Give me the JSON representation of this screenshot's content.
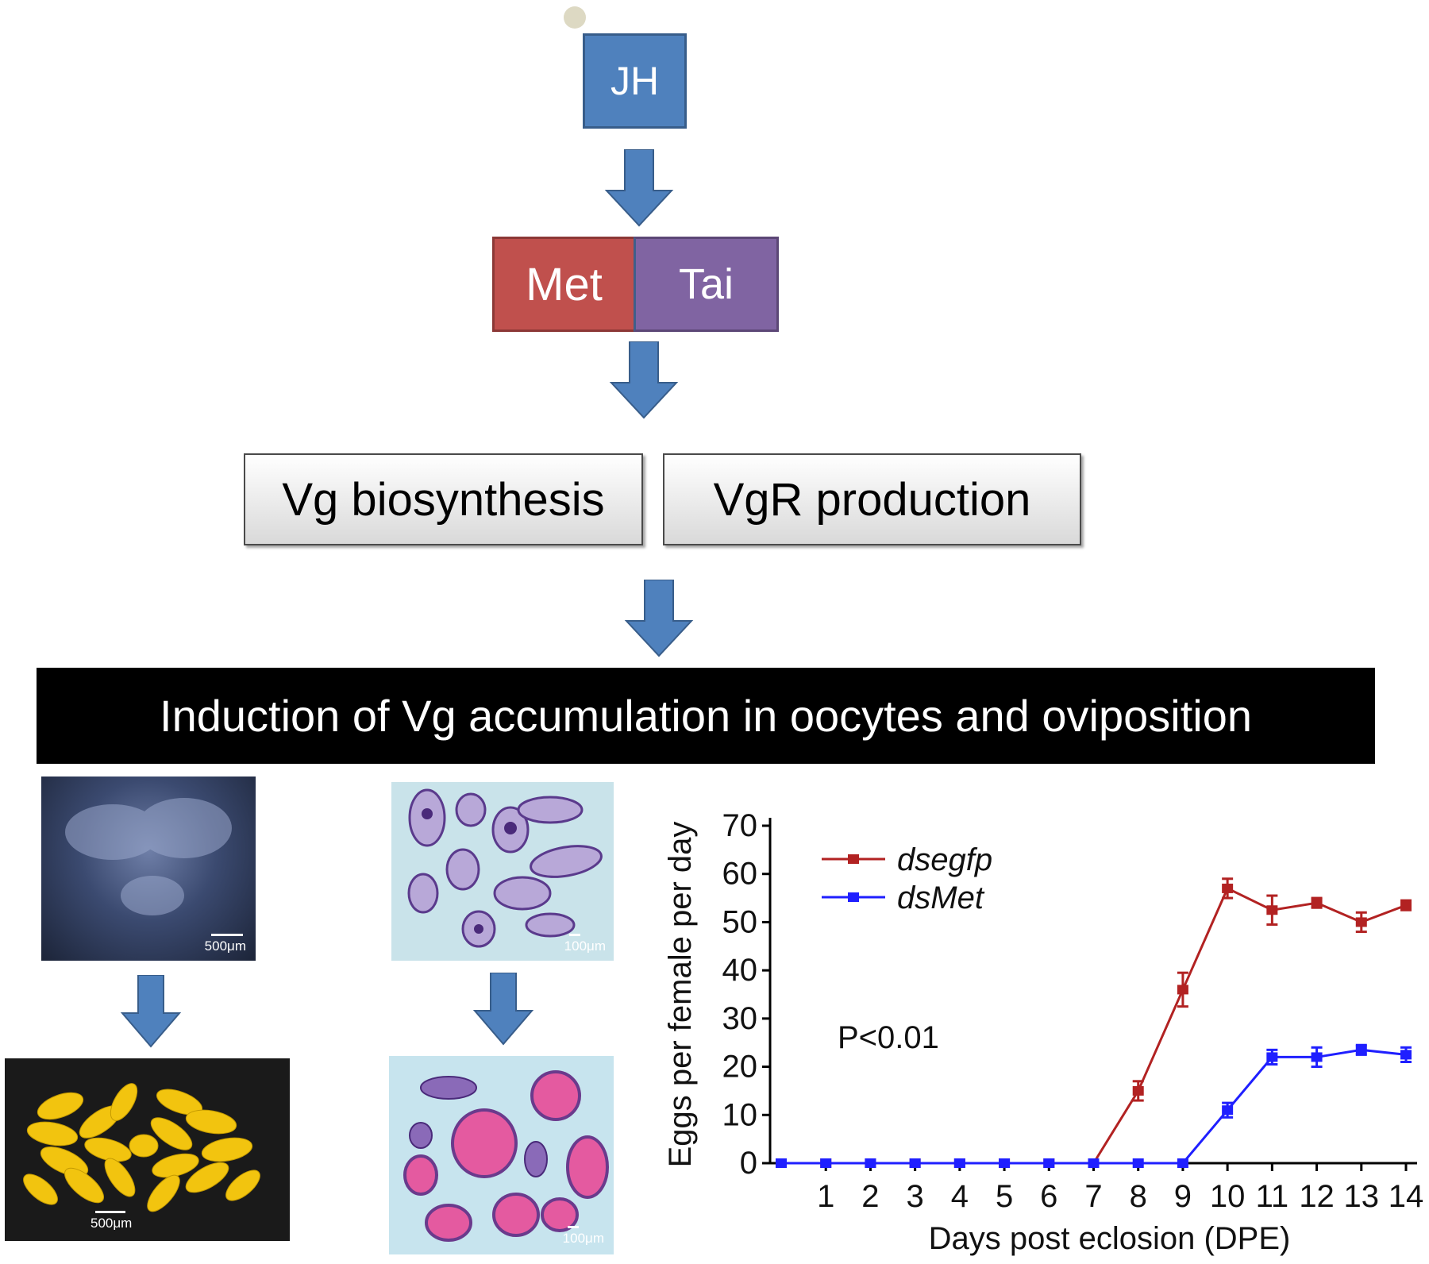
{
  "flow": {
    "jh": "JH",
    "met": "Met",
    "tai": "Tai",
    "vg_biosynthesis": "Vg biosynthesis",
    "vgr_production": "VgR production",
    "induction": "Induction of Vg accumulation in oocytes and oviposition"
  },
  "colors": {
    "arrow": "#4f81bd",
    "jh": "#4f81bd",
    "met": "#c0504d",
    "tai": "#8064a2",
    "dsegfp": "#b22222",
    "dsMet": "#1f1fff"
  },
  "photos": {
    "top_left_scale": "500μm",
    "bottom_left_scale": "500μm",
    "top_right_scale": "100μm",
    "bottom_right_scale": "100μm"
  },
  "chart_data": {
    "type": "line",
    "xlabel": "Days post eclosion  (DPE)",
    "ylabel": "Eggs per female per day",
    "annotation": "P<0.01",
    "x": [
      0,
      1,
      2,
      3,
      4,
      5,
      6,
      7,
      8,
      9,
      10,
      11,
      12,
      13,
      14
    ],
    "xticks": [
      "1",
      "2",
      "3",
      "4",
      "5",
      "6",
      "7",
      "8",
      "9",
      "10",
      "11",
      "12",
      "13",
      "14"
    ],
    "ylim": [
      0,
      70
    ],
    "yticks": [
      "0",
      "10",
      "20",
      "30",
      "40",
      "50",
      "60",
      "70"
    ],
    "legend_position": "top-left",
    "series": [
      {
        "name": "dsegfp",
        "name_prefix": "ds",
        "name_italic": "egfp",
        "color": "#b22222",
        "values": [
          0,
          0,
          0,
          0,
          0,
          0,
          0,
          0,
          15,
          36,
          57,
          52.5,
          54,
          50,
          53.5
        ],
        "errors": [
          0,
          0,
          0,
          0,
          0,
          0,
          0,
          0,
          2,
          3.5,
          2,
          3,
          1,
          2,
          1
        ]
      },
      {
        "name": "dsMet",
        "name_prefix": "ds",
        "name_italic": "Met",
        "color": "#1f1fff",
        "values": [
          0,
          0,
          0,
          0,
          0,
          0,
          0,
          0,
          0,
          0,
          11,
          22,
          22,
          23.5,
          22.5
        ],
        "errors": [
          0,
          0,
          0,
          0,
          0,
          0,
          0,
          0,
          0,
          0,
          1.5,
          1.5,
          2,
          1,
          1.5
        ]
      }
    ]
  }
}
